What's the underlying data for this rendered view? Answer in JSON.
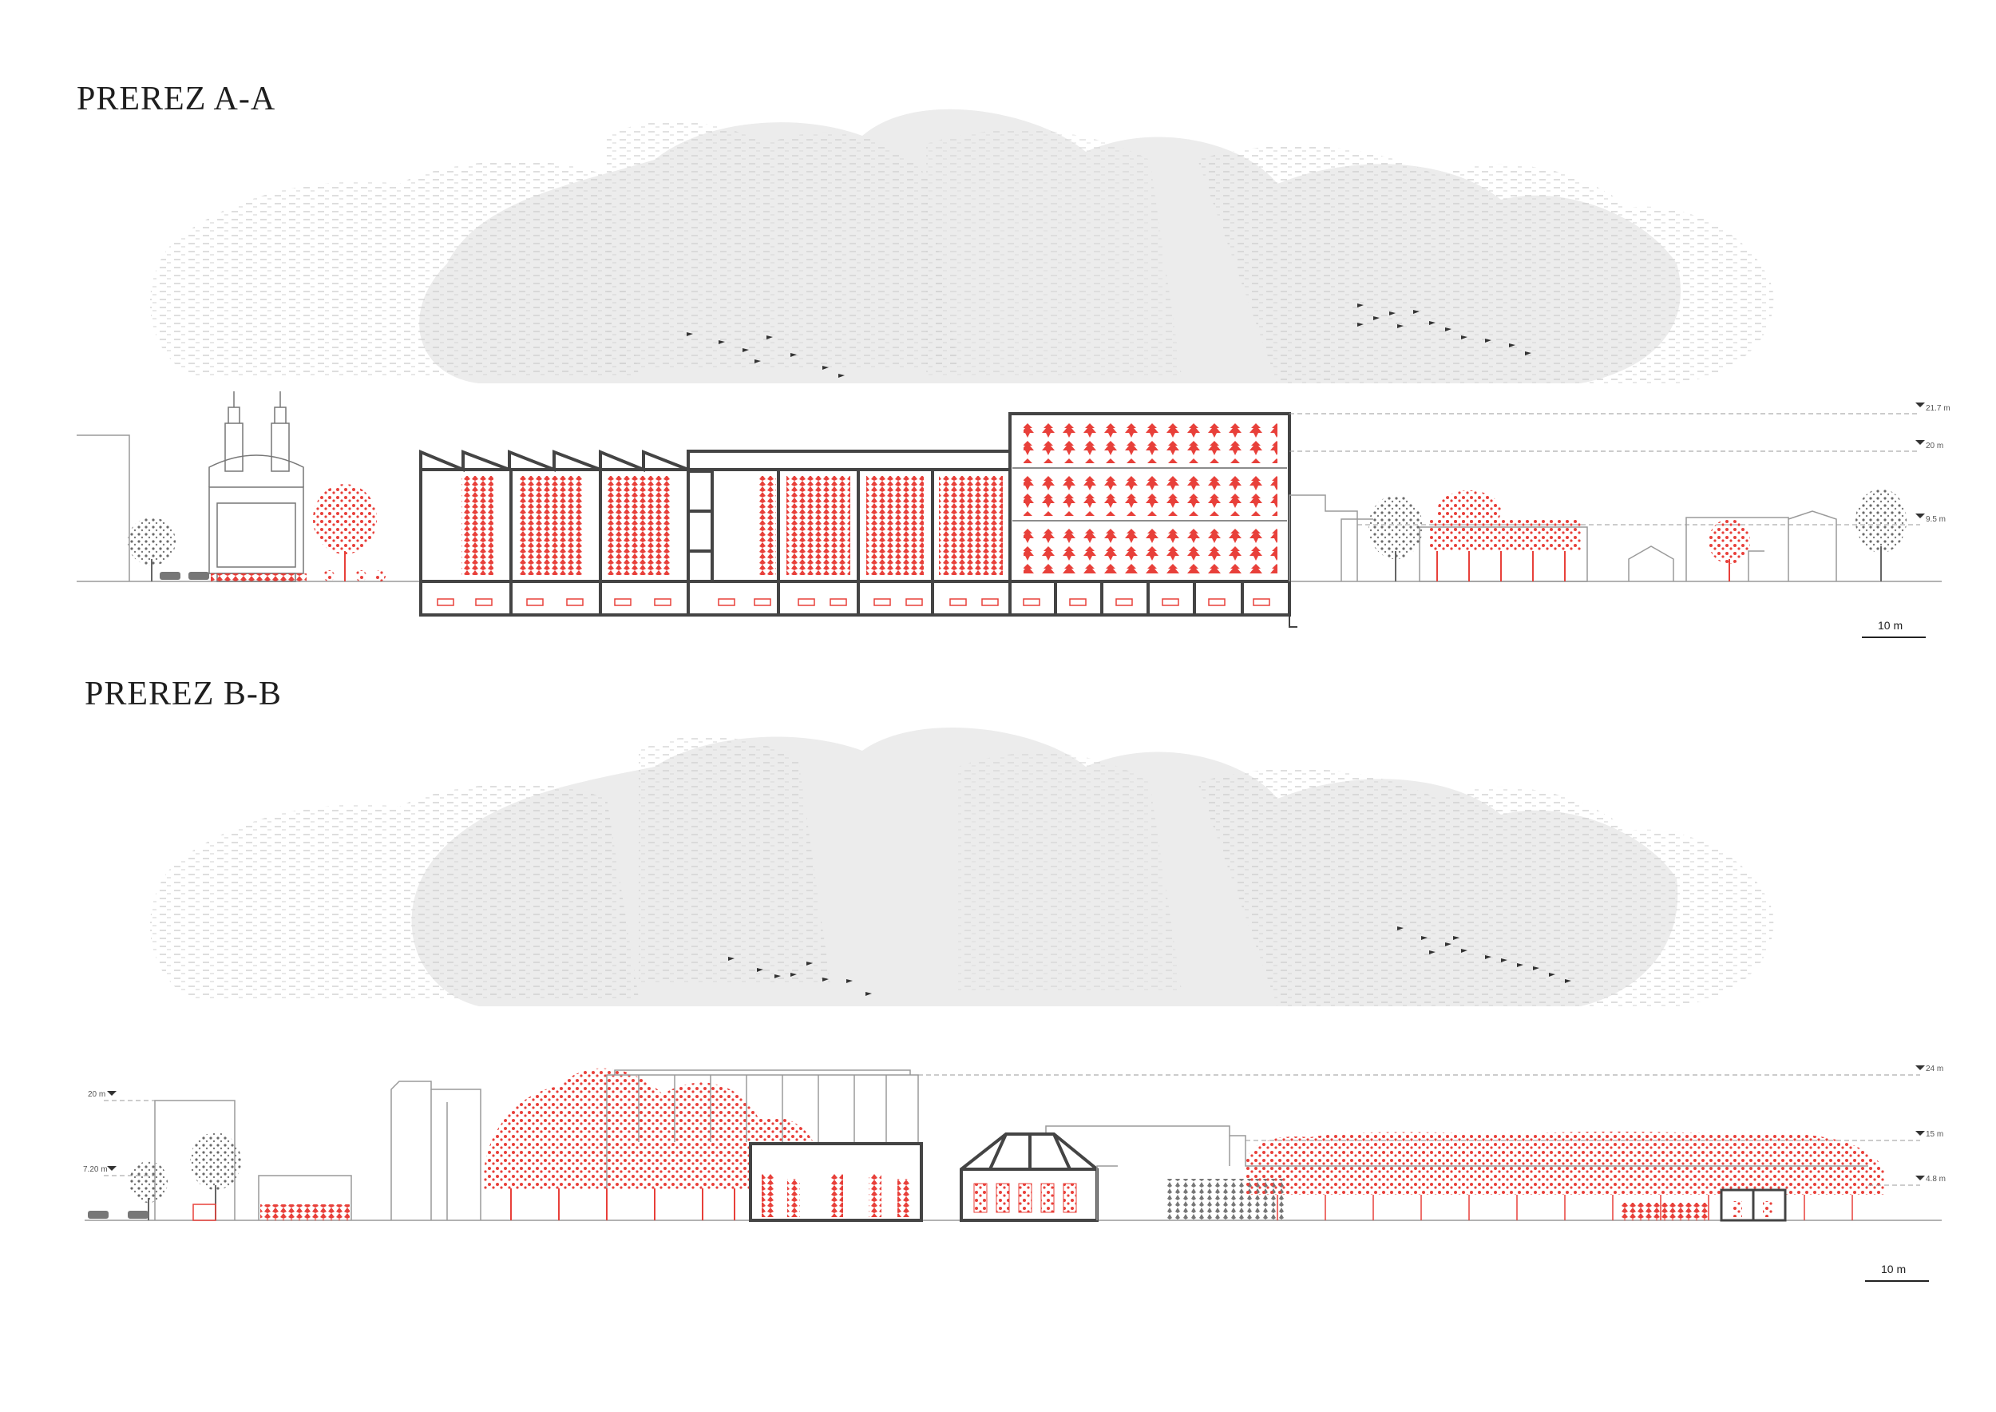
{
  "sections": [
    {
      "title": "PREREZ A-A",
      "levels": [
        "21.7 m",
        "20 m",
        "9.5 m"
      ],
      "scale_label": "10 m"
    },
    {
      "title": "PREREZ B-B",
      "levels": [
        "20 m",
        "7.20 m",
        "24 m",
        "15 m",
        "4.8 m"
      ],
      "scale_label": "10 m"
    }
  ],
  "colors": {
    "accent_red": "#e8403a",
    "structure": "#444444",
    "thin_line": "#9a9a9a",
    "cloud": "#eeeeee",
    "tree_gray": "#6a6a6a"
  },
  "icons": [
    "cloud-texture",
    "bird-flock-icon",
    "tree-icon",
    "car-icon",
    "chimney-building"
  ]
}
